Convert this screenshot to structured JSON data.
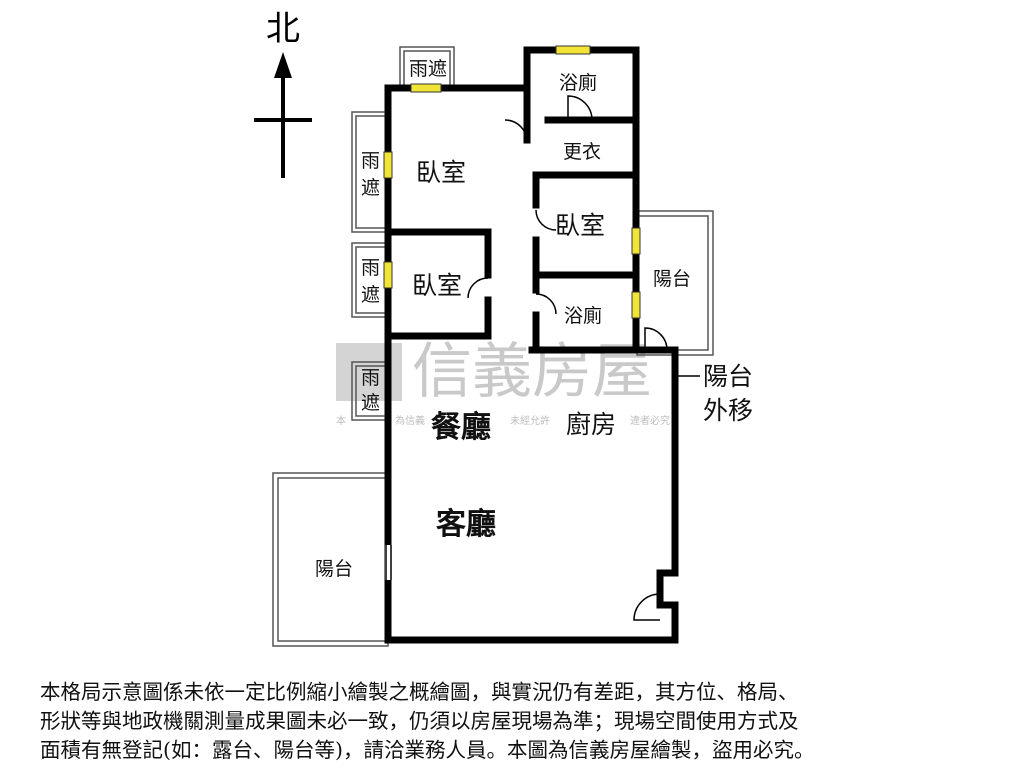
{
  "compass": {
    "label": "北"
  },
  "rooms": {
    "rain_shelter": "雨遮",
    "rain_shelter_1": "雨",
    "rain_shelter_2": "遮",
    "bedroom": "臥室",
    "bathroom": "浴廁",
    "dressing_room": "更衣",
    "balcony": "陽台",
    "dining_room": "餐廳",
    "kitchen": "廚房",
    "living_room": "客廳",
    "balcony_relocated_1": "陽台",
    "balcony_relocated_2": "外移"
  },
  "watermark": {
    "brand": "信義房屋",
    "fine_print_left": "本",
    "fine_print_mid1": "為信義",
    "fine_print_mid2": "未經允許",
    "fine_print_right": "違者必究"
  },
  "disclaimer": {
    "line1": "本格局示意圖係未依一定比例縮小繪製之概繪圖，與實況仍有差距，其方位、格局、",
    "line2": "形狀等與地政機關測量成果圖未必一致，仍須以房屋現場為準；現場空間使用方式及",
    "line3": "面積有無登記(如：露台、陽台等)，請洽業務人員。本圖為信義房屋繪製，盜用必究。"
  }
}
